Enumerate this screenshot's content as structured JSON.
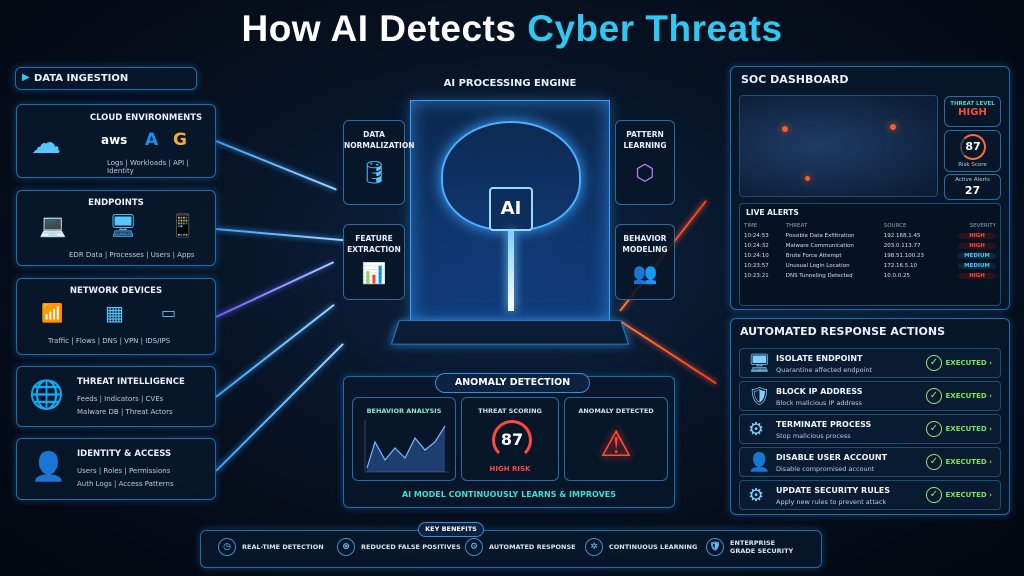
{
  "title": {
    "part1": "How AI Detects ",
    "part2": "Cyber Threats"
  },
  "ingestion": {
    "header": "DATA INGESTION",
    "cards": [
      {
        "title": "CLOUD ENVIRONMENTS",
        "detail": "Logs | Workloads | API | Identity",
        "logos": [
          "aws",
          "A",
          "G"
        ]
      },
      {
        "title": "ENDPOINTS",
        "detail": "EDR Data | Processes | Users | Apps"
      },
      {
        "title": "NETWORK DEVICES",
        "detail": "Traffic | Flows | DNS | VPN | IDS/IPS"
      },
      {
        "title": "THREAT INTELLIGENCE",
        "detail1": "Feeds | Indicators | CVEs",
        "detail2": "Malware DB | Threat Actors"
      },
      {
        "title": "IDENTITY & ACCESS",
        "detail1": "Users | Roles | Permissions",
        "detail2": "Auth Logs | Access Patterns"
      }
    ]
  },
  "engine": {
    "header": "AI PROCESSING ENGINE",
    "chip": "AI",
    "stages": [
      {
        "line1": "DATA",
        "line2": "NORMALIZATION"
      },
      {
        "line1": "FEATURE",
        "line2": "EXTRACTION"
      },
      {
        "line1": "PATTERN",
        "line2": "LEARNING"
      },
      {
        "line1": "BEHAVIOR",
        "line2": "MODELING"
      }
    ]
  },
  "anomaly": {
    "header": "ANOMALY DETECTION",
    "behavior": "BEHAVIOR ANALYSIS",
    "scoring": "THREAT SCORING",
    "score": "87",
    "risk": "HIGH RISK",
    "detected": "ANOMALY DETECTED",
    "footer": "AI MODEL CONTINUOUSLY LEARNS & IMPROVES"
  },
  "soc": {
    "header": "SOC DASHBOARD",
    "threat_level_label": "THREAT LEVEL",
    "threat_level": "HIGH",
    "risk_score": "87",
    "risk_score_label": "Risk Score",
    "active_alerts_label": "Active Alerts",
    "active_alerts": "27",
    "live_alerts": {
      "header": "LIVE ALERTS",
      "columns": [
        "TIME",
        "THREAT",
        "SOURCE",
        "SEVERITY"
      ],
      "rows": [
        [
          "10:24:53",
          "Possible Data Exfiltration",
          "192.168.1.45",
          "HIGH"
        ],
        [
          "10:24:32",
          "Malware Communication",
          "203.0.113.77",
          "HIGH"
        ],
        [
          "10:24:10",
          "Brute Force Attempt",
          "198.51.100.23",
          "MEDIUM"
        ],
        [
          "10:23:57",
          "Unusual Login Location",
          "172.16.5.10",
          "MEDIUM"
        ],
        [
          "10:23:21",
          "DNS Tunneling Detected",
          "10.0.0.25",
          "HIGH"
        ]
      ]
    }
  },
  "response": {
    "header": "AUTOMATED RESPONSE ACTIONS",
    "actions": [
      {
        "title": "ISOLATE ENDPOINT",
        "desc": "Quarantine affected endpoint",
        "status": "EXECUTED ›"
      },
      {
        "title": "BLOCK IP ADDRESS",
        "desc": "Block malicious IP address",
        "status": "EXECUTED ›"
      },
      {
        "title": "TERMINATE PROCESS",
        "desc": "Stop malicious process",
        "status": "EXECUTED ›"
      },
      {
        "title": "DISABLE USER ACCOUNT",
        "desc": "Disable compromised account",
        "status": "EXECUTED ›"
      },
      {
        "title": "UPDATE SECURITY RULES",
        "desc": "Apply new rules to prevent attack",
        "status": "EXECUTED ›"
      }
    ]
  },
  "benefits": {
    "header": "KEY BENEFITS",
    "items": [
      "REAL-TIME DETECTION",
      "REDUCED FALSE POSITIVES",
      "AUTOMATED RESPONSE",
      "CONTINUOUS LEARNING",
      "ENTERPRISE GRADE SECURITY"
    ]
  },
  "colors": {
    "accent": "#2ec8f0",
    "high": "#ff4a3a",
    "medium": "#4cc4ff",
    "executed": "#7be25a",
    "flow_in": "#3aa0ff",
    "flow_out": "#ff5a2a"
  }
}
